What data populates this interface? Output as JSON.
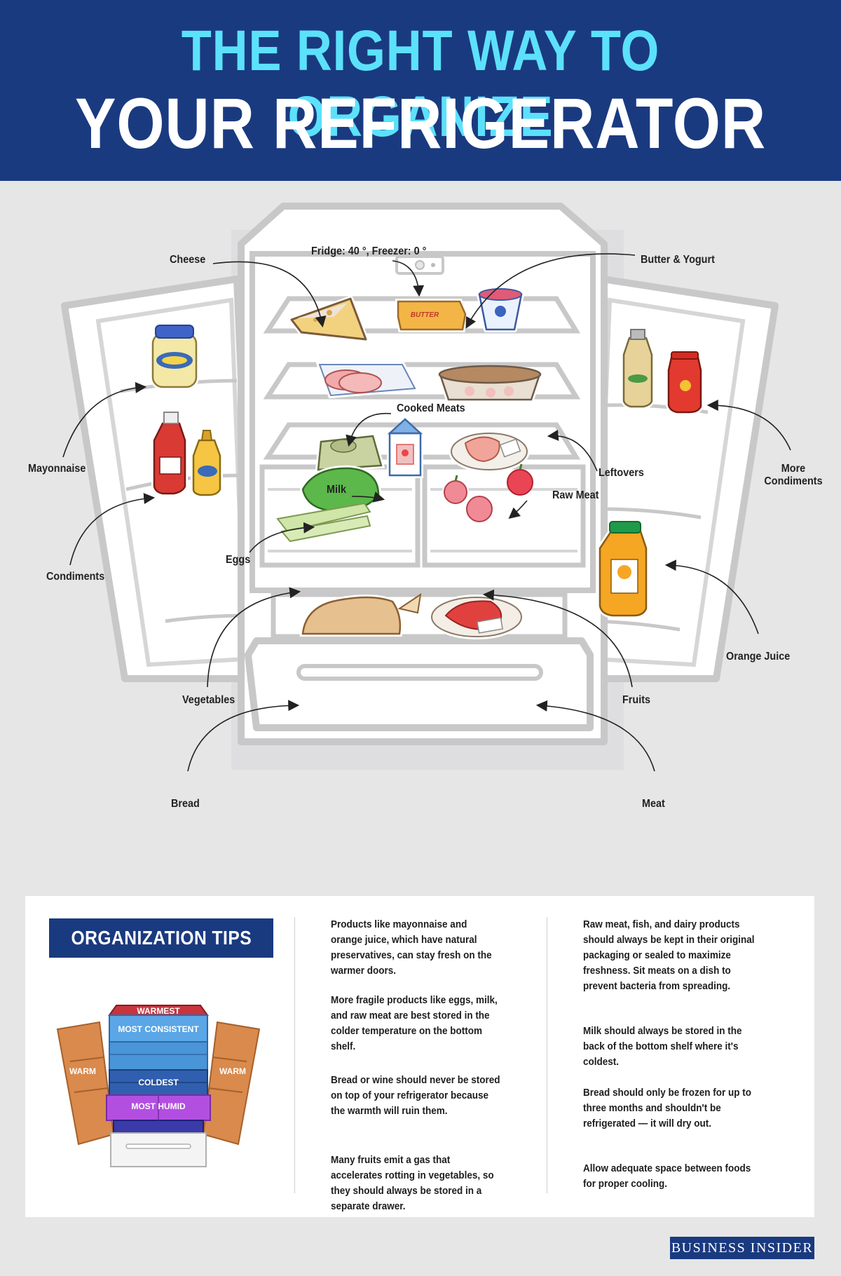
{
  "title": {
    "line1": "THE RIGHT WAY TO ORGANIZE",
    "line2": "YOUR REFRIGERATOR"
  },
  "labels": {
    "cheese": "Cheese",
    "temp": "Fridge: 40 °, Freezer: 0 °",
    "butter_yogurt": "Butter & Yogurt",
    "mayonnaise": "Mayonnaise",
    "condiments": "Condiments",
    "cooked_meats": "Cooked Meats",
    "leftovers": "Leftovers",
    "more_condiments": "More Condiments",
    "milk": "Milk",
    "raw_meat": "Raw Meat",
    "eggs": "Eggs",
    "orange_juice": "Orange Juice",
    "vegetables": "Vegetables",
    "fruits": "Fruits",
    "bread": "Bread",
    "meat": "Meat"
  },
  "food_text": {
    "butter": "BUTTER"
  },
  "tips": {
    "heading": "ORGANIZATION TIPS",
    "zones": {
      "warmest": "WARMEST",
      "most_consistent": "MOST CONSISTENT",
      "warm_left": "WARM",
      "warm_right": "WARM",
      "coldest": "COLDEST",
      "most_humid": "MOST HUMID"
    },
    "col1": [
      "Products like mayonnaise and orange juice, which have natural preservatives, can stay fresh on the warmer doors.",
      "More fragile products like eggs, milk, and raw meat are best stored in the colder temperature on the bottom shelf.",
      "Bread or wine should never be stored on top of your refrigerator because the warmth will ruin them.",
      "Many fruits emit a gas that accelerates rotting in vegetables, so they should always be stored in a separate drawer."
    ],
    "col2": [
      "Raw meat, fish, and dairy products should always be kept in their original packaging or sealed to maximize freshness. Sit meats on a dish to prevent bacteria from spreading.",
      "Milk should always be stored in the back of the bottom shelf where it's coldest.",
      "Bread should only be frozen for up to three months and shouldn't be refrigerated — it will dry out.",
      "Allow adequate space between foods for proper cooling."
    ]
  },
  "brand": "BUSINESS INSIDER",
  "colors": {
    "header_bg": "#1a3a80",
    "title_cyan": "#5ce1fb",
    "zone_warmest": "#c9343d",
    "zone_consistent": "#4a9de0",
    "zone_coldest": "#2f5fae",
    "zone_humid": "#9b3fd4",
    "zone_warm_door": "#d98a4c"
  }
}
